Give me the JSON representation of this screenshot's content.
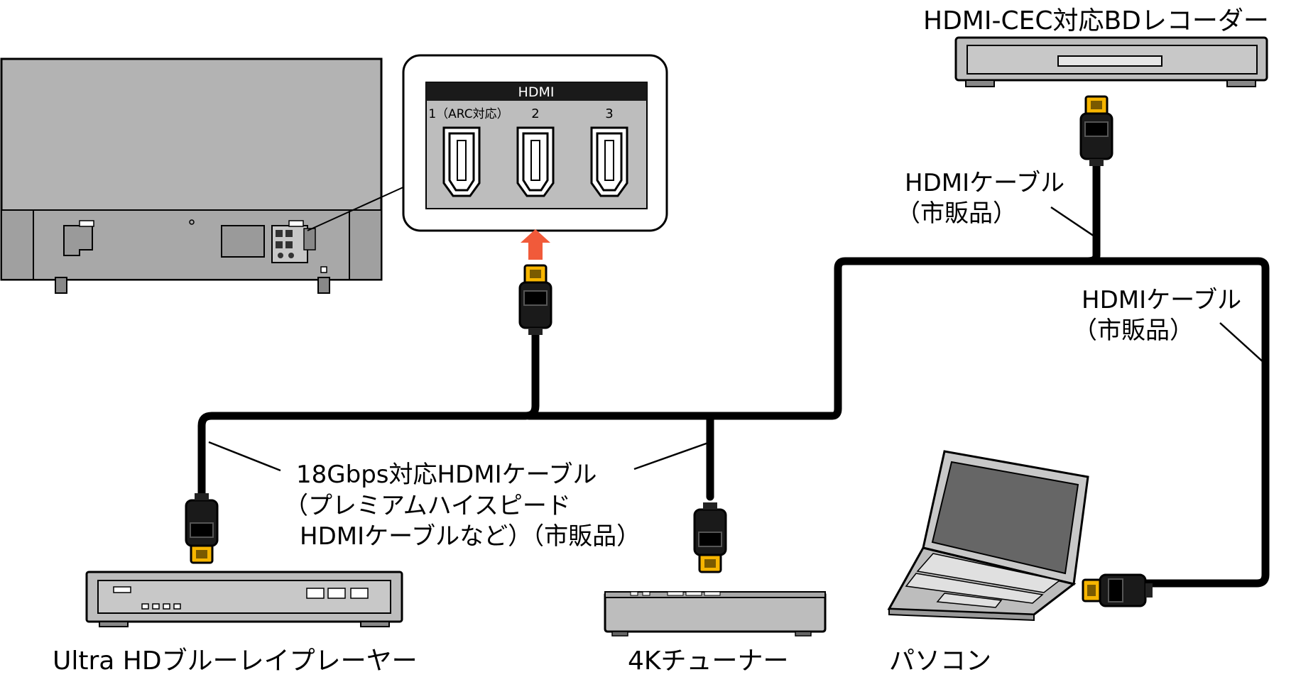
{
  "devices": {
    "bd_recorder": "HDMI-CEC対応BDレコーダー",
    "uhd_player": "Ultra HDブルーレイプレーヤー",
    "tuner_4k": "4Kチューナー",
    "pc": "パソコン"
  },
  "cables": {
    "recorder_line1": "HDMIケーブル",
    "recorder_line2": "（市販品）",
    "pc_line1": "HDMIケーブル",
    "pc_line2": "（市販品）",
    "premium_line1": "18Gbps対応HDMIケーブル",
    "premium_line2": "（プレミアムハイスピード",
    "premium_line3": "HDMIケーブルなど）（市販品）"
  },
  "hdmi_panel": {
    "title": "HDMI",
    "port1": "1（ARC対応）",
    "port2": "2",
    "port3": "3"
  },
  "colors": {
    "connector_gold": "#F7B500",
    "arrow": "#F15A3A",
    "device_gray": "#BDBDBD",
    "tv_gray": "#B3B3B3",
    "cable": "#000000"
  }
}
